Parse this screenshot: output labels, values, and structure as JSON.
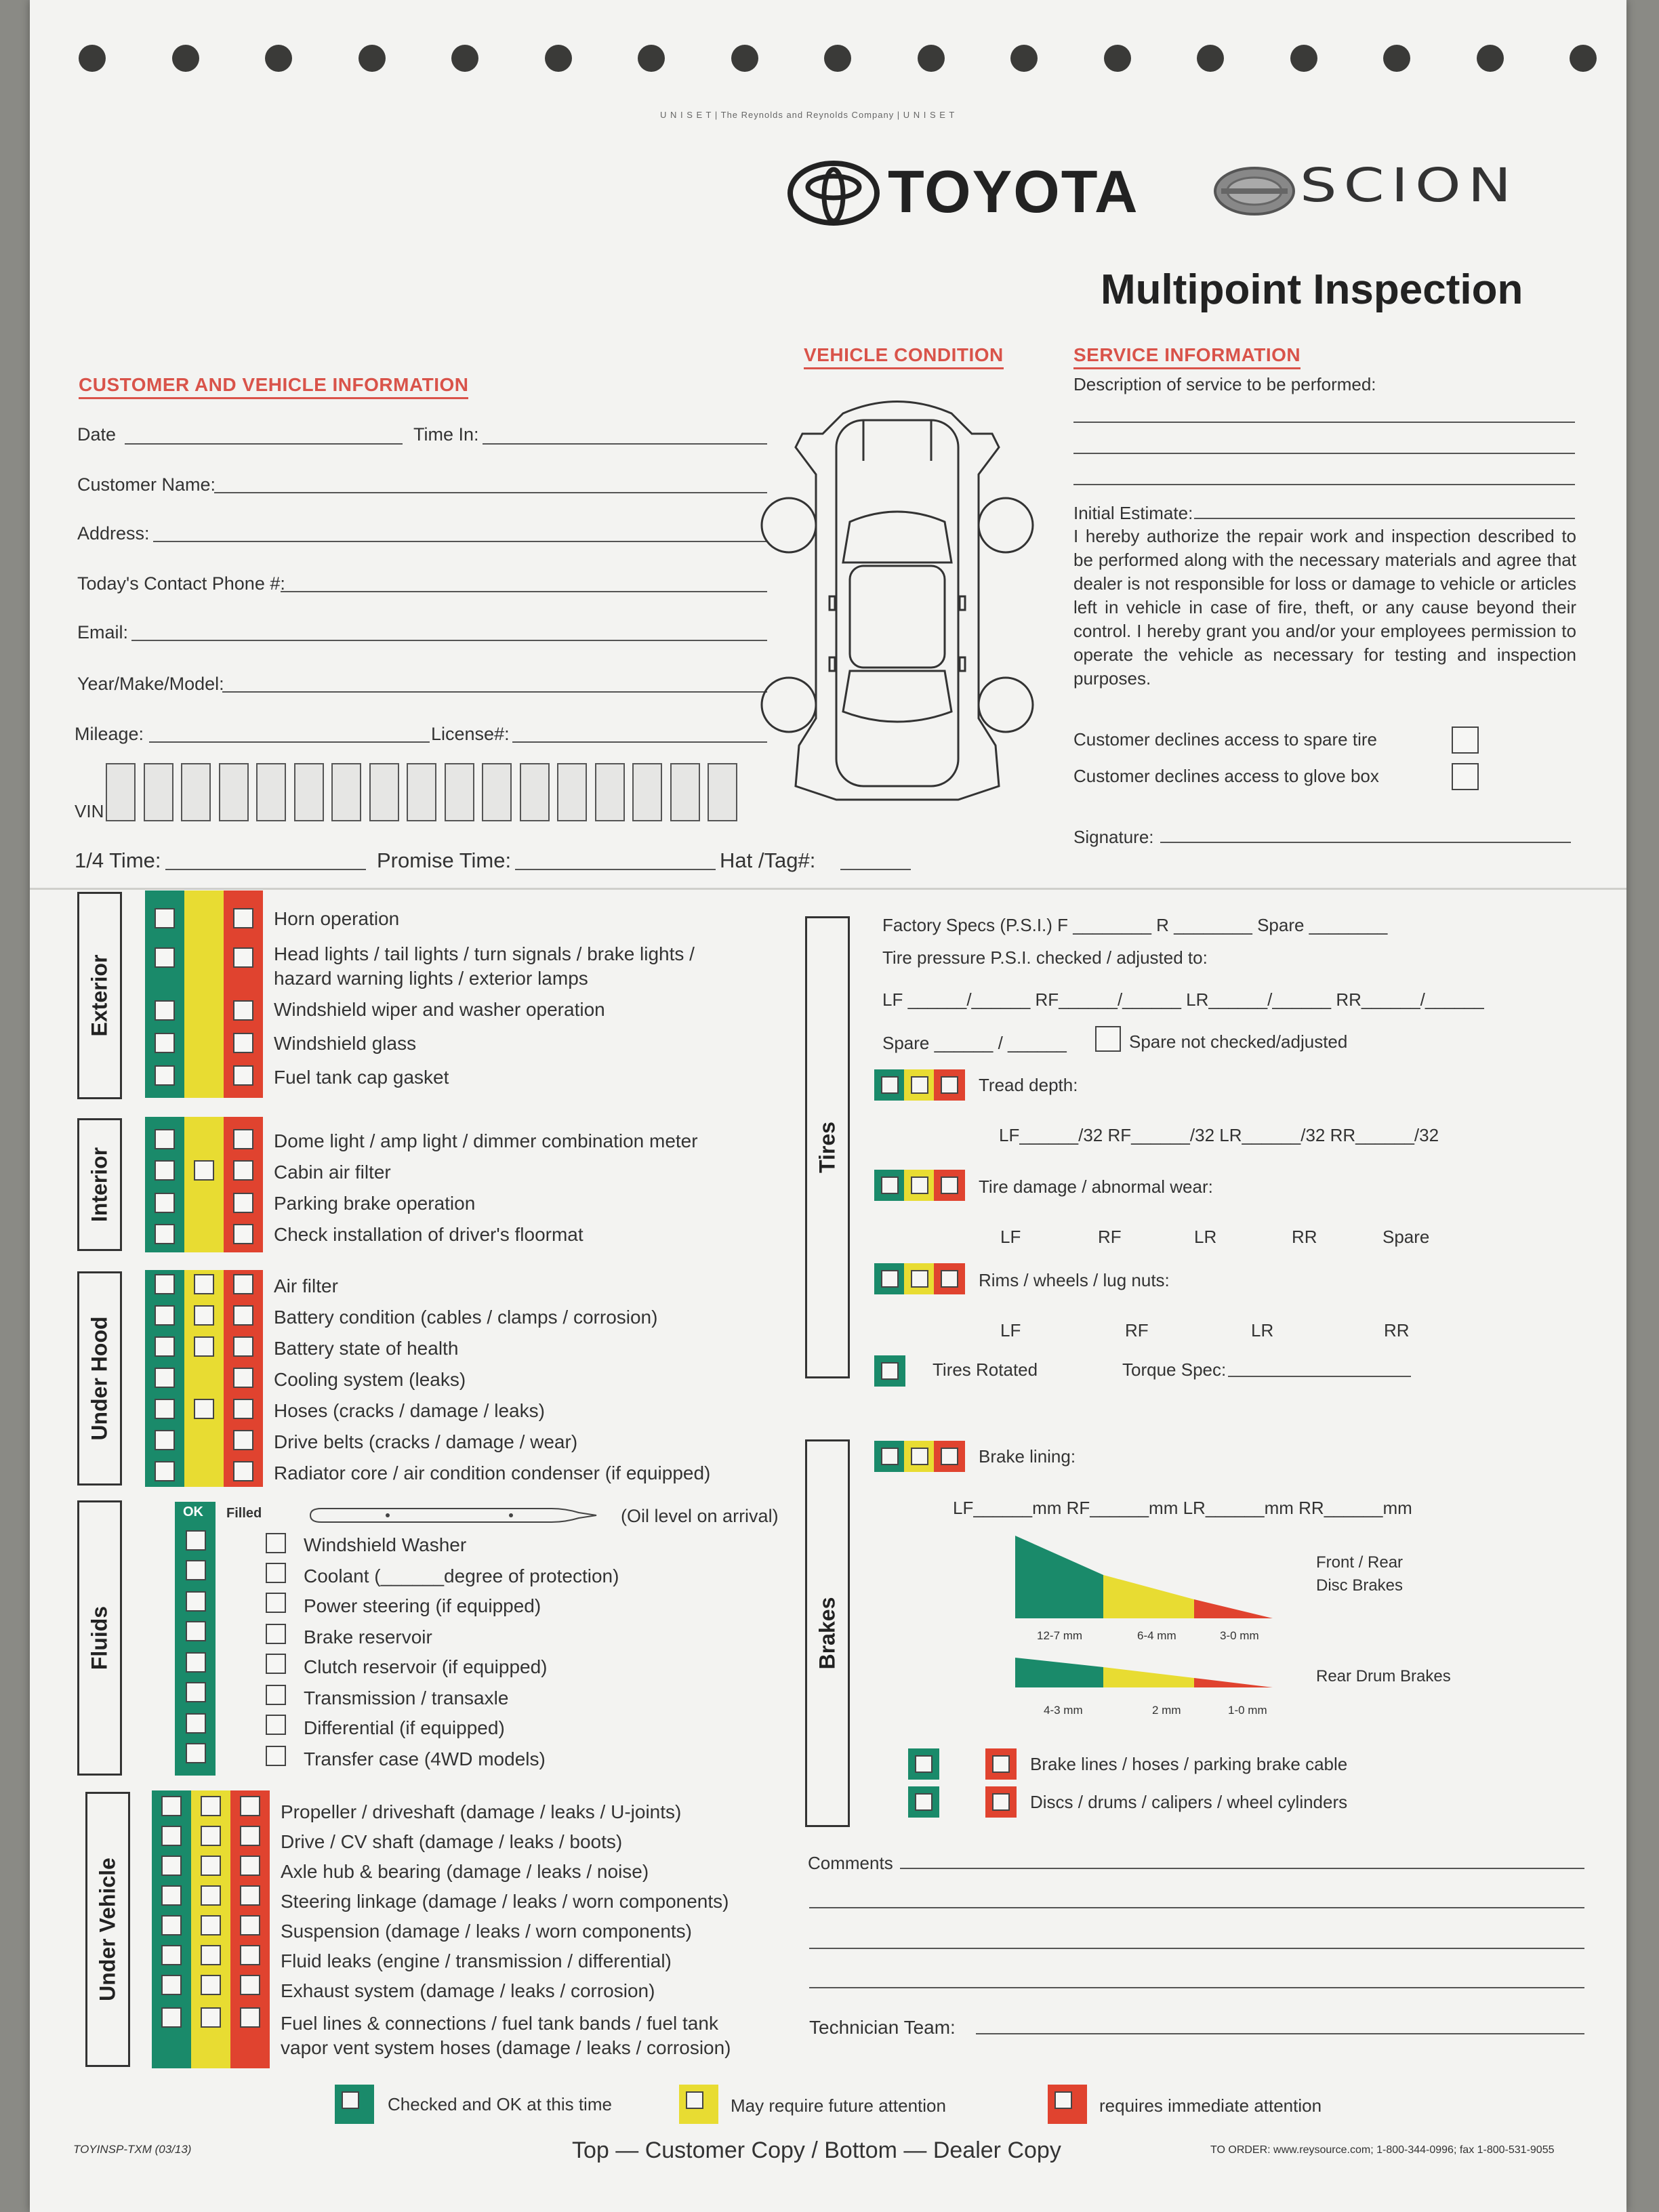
{
  "header": {
    "tiny_text": "U N I S E T | The Reynolds and Reynolds Company | U N I S E T",
    "brand1": "TOYOTA",
    "brand2": "SCION",
    "title": "Multipoint Inspection"
  },
  "customer": {
    "section_title": "CUSTOMER AND VEHICLE INFORMATION",
    "date": "Date",
    "time_in": "Time In:",
    "customer_name": "Customer Name:",
    "address": "Address:",
    "phone": "Today's Contact Phone #:",
    "email": "Email:",
    "ymm": "Year/Make/Model:",
    "mileage": "Mileage:",
    "license": "License#:",
    "vin": "VIN",
    "quarter_time": "1/4 Time:",
    "promise_time": "Promise Time:",
    "hat_tag": "Hat /Tag#:"
  },
  "vehicle": {
    "section_title": "VEHICLE CONDITION"
  },
  "service": {
    "section_title": "SERVICE INFORMATION",
    "description": "Description of service to be performed:",
    "estimate": "Initial Estimate:",
    "authorization": "I hereby authorize the repair work and inspection described to be performed along with the necessary materials and agree that dealer is not responsible for loss or damage to vehicle or articles left in vehicle in case of fire, theft, or any cause beyond their control. I hereby grant you and/or your employees permission to operate the vehicle as necessary for testing and inspection purposes.",
    "decline_spare": "Customer declines access to spare tire",
    "decline_glove": "Customer declines access to glove box",
    "signature": "Signature:"
  },
  "exterior": {
    "label": "Exterior",
    "items": [
      "Horn operation",
      "Head lights / tail lights / turn signals / brake lights /",
      "hazard warning lights / exterior lamps",
      "Windshield wiper and washer operation",
      "Windshield glass",
      "Fuel tank cap gasket"
    ]
  },
  "interior": {
    "label": "Interior",
    "items": [
      "Dome light / amp light / dimmer combination meter",
      "Cabin air filter",
      "Parking brake operation",
      "Check installation of driver's floormat"
    ]
  },
  "underhood": {
    "label": "Under Hood",
    "items": [
      "Air filter",
      "Battery condition (cables / clamps / corrosion)",
      "Battery state of health",
      "Cooling system (leaks)",
      "Hoses (cracks / damage / leaks)",
      "Drive belts (cracks / damage / wear)",
      "Radiator core / air condition condenser (if equipped)"
    ]
  },
  "fluids": {
    "label": "Fluids",
    "ok": "OK",
    "filled": "Filled",
    "oil_level": "(Oil level on arrival)",
    "items": [
      "Windshield Washer",
      "Coolant (______degree of protection)",
      "Power steering (if equipped)",
      "Brake reservoir",
      "Clutch reservoir (if equipped)",
      "Transmission / transaxle",
      "Differential (if equipped)",
      "Transfer case (4WD models)"
    ]
  },
  "undervehicle": {
    "label": "Under Vehicle",
    "items": [
      "Propeller / driveshaft (damage / leaks / U-joints)",
      "Drive / CV shaft (damage / leaks / boots)",
      "Axle hub & bearing (damage / leaks / noise)",
      "Steering linkage (damage / leaks / worn components)",
      "Suspension (damage / leaks / worn components)",
      "Fluid leaks (engine / transmission / differential)",
      "Exhaust system (damage / leaks / corrosion)",
      "Fuel lines & connections / fuel tank bands / fuel tank",
      "vapor vent system hoses (damage / leaks / corrosion)"
    ]
  },
  "tires": {
    "label": "Tires",
    "factory_specs": "Factory Specs (P.S.I.)   F ________   R ________   Spare ________",
    "pressure_checked": "Tire pressure P.S.I. checked / adjusted to:",
    "pressure_row": "LF ______/______  RF______/______  LR______/______  RR______/______",
    "spare_row": "Spare ______ / ______",
    "spare_not_checked": "Spare not checked/adjusted",
    "tread_depth": "Tread depth:",
    "tread_row": "LF______/32  RF______/32  LR______/32  RR______/32",
    "tire_damage": "Tire damage / abnormal wear:",
    "pos_lf": "LF",
    "pos_rf": "RF",
    "pos_lr": "LR",
    "pos_rr": "RR",
    "pos_spare": "Spare",
    "rims": "Rims / wheels / lug nuts:",
    "rotated": "Tires Rotated",
    "torque": "Torque Spec:"
  },
  "brakes": {
    "label": "Brakes",
    "lining": "Brake lining:",
    "lining_row": "LF______mm  RF______mm  LR______mm  RR______mm",
    "disc_label_1": "Front / Rear",
    "disc_label_2": "Disc Brakes",
    "disc_g": "12-7 mm",
    "disc_y": "6-4 mm",
    "disc_r": "3-0 mm",
    "drum_label": "Rear Drum Brakes",
    "drum_g": "4-3 mm",
    "drum_y": "2 mm",
    "drum_r": "1-0 mm",
    "lines": "Brake lines / hoses / parking brake cable",
    "discs": "Discs / drums / calipers / wheel cylinders"
  },
  "comments": {
    "label": "Comments",
    "technician": "Technician Team:"
  },
  "legend": {
    "green": "Checked and OK at this time",
    "yellow": "May require future attention",
    "red": "requires immediate attention"
  },
  "footer": {
    "form_code": "TOYINSP-TXM (03/13)",
    "copies": "Top — Customer Copy / Bottom — Dealer Copy",
    "order": "TO ORDER: www.reysource.com; 1-800-344-0996; fax 1-800-531-9055"
  },
  "colors": {
    "green": "#1a8a6a",
    "yellow": "#e8dc32",
    "red": "#e0432f",
    "title_red": "#d9534a"
  }
}
